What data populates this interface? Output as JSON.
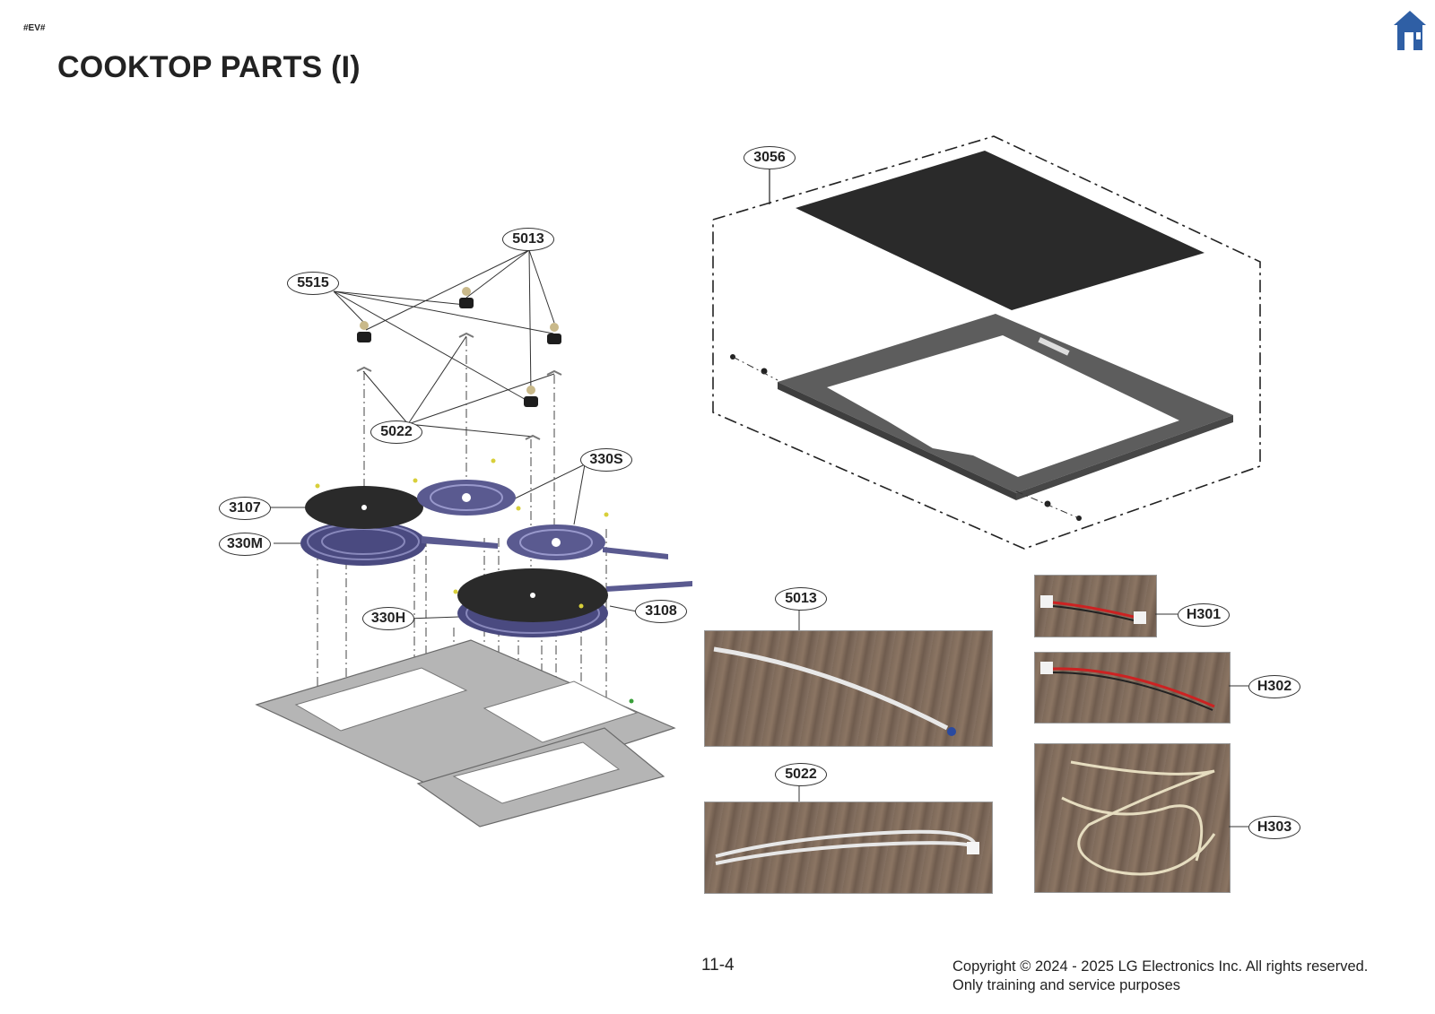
{
  "header": {
    "tag": "#EV#",
    "title": "COOKTOP PARTS (I)"
  },
  "icons": {
    "home": "home-icon"
  },
  "colors": {
    "home_icon": "#2f5fa5",
    "glass_top": "#2a2a2a",
    "coil": "#5a5a90",
    "frame": "#6a6a6a",
    "bracket": "#9a9a9a"
  },
  "callouts": {
    "c3056": "3056",
    "c5013_top": "5013",
    "c5515": "5515",
    "c5022_top": "5022",
    "c330s": "330S",
    "c3107": "3107",
    "c330m": "330M",
    "c330h": "330H",
    "c3108": "3108",
    "c5013_photo": "5013",
    "c5022_photo": "5022",
    "h301": "H301",
    "h302": "H302",
    "h303": "H303"
  },
  "footer": {
    "page_number": "11-4",
    "copyright": "Copyright © 2024 - 2025 LG Electronics Inc. All rights reserved.",
    "notice": "Only training and service purposes"
  }
}
